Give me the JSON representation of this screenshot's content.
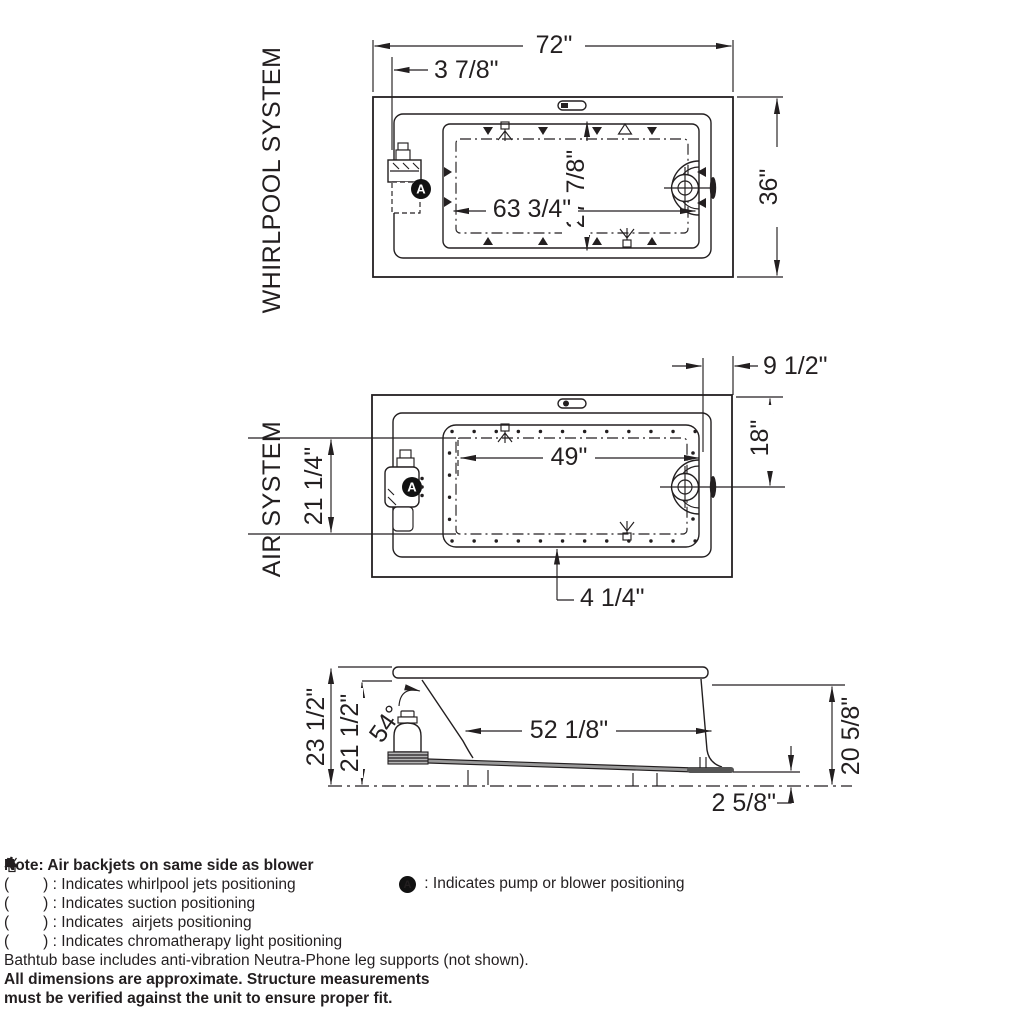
{
  "titles": {
    "whirlpool": "WHIRLPOOL SYSTEM",
    "air": "AIR SYSTEM"
  },
  "badge_letter": "A",
  "whirlpool_view": {
    "dims": {
      "overall_width": "72\"",
      "pump_offset": "3 7/8\"",
      "basin_width": "63 3/4\"",
      "basin_depth": "27 7/8\"",
      "overall_depth": "36\""
    }
  },
  "air_view": {
    "dims": {
      "drain_offset": "9 1/2\"",
      "drain_from_edge": "18\"",
      "airjet_span": "49\"",
      "left_span": "21 1/4\"",
      "bottom_offset": "4 1/4\""
    }
  },
  "side_view": {
    "dims": {
      "overall_height": "23 1/2\"",
      "rim_height": "21 1/2\"",
      "wall_angle": "54°",
      "base_length": "52 1/8\"",
      "right_height": "20 5/8\"",
      "leg_height": "2 5/8\""
    }
  },
  "legend": {
    "note": "Note: Air backjets on same side as blower",
    "items": [
      {
        "symbol": "filled-triangle",
        "open": "(",
        "close": ")",
        "sep": " : ",
        "label": "Indicates whirlpool jets positioning"
      },
      {
        "symbol": "open-triangle",
        "open": "(",
        "close": ")",
        "sep": " : ",
        "label": "Indicates suction positioning"
      },
      {
        "symbol": "airjet-dot",
        "open": "(",
        "close": ")",
        "sep": " : ",
        "label": "Indicates  airjets positioning"
      },
      {
        "symbol": "chromatherapy-light",
        "open": "(",
        "close": ")",
        "sep": " : ",
        "label": "Indicates chromatherapy light positioning"
      }
    ],
    "pump_item": {
      "symbol": "pump-badge",
      "sep": " : ",
      "label": "Indicates pump or blower positioning"
    },
    "base_note": "Bathtub base includes anti-vibration Neutra-Phone leg supports (not shown).",
    "bold_note_1": "All dimensions are approximate. Structure measurements",
    "bold_note_2": "must be verified against the unit to ensure proper fit."
  }
}
